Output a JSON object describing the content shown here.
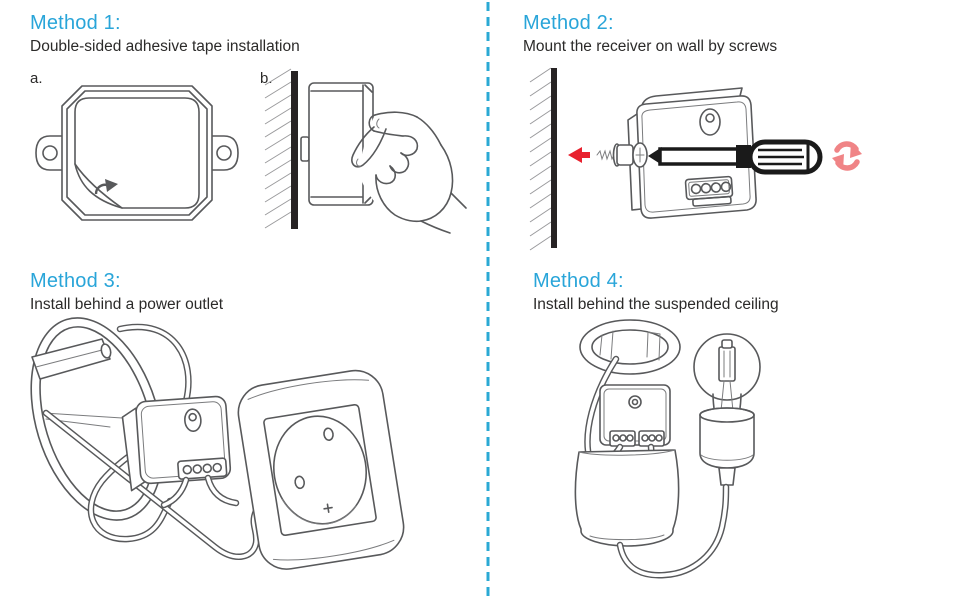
{
  "document": {
    "kind": "receiver-installation-instructions"
  },
  "colors": {
    "accent_blue": "#29A5D9",
    "divider_blue": "#2AA9D4",
    "text_dark": "#2B2A29",
    "line_gray": "#58595B",
    "wall_black": "#272324",
    "arrow_red": "#E8212E",
    "rotate_salmon": "#F08486"
  },
  "icons": {
    "peel_arrow": "curved-peel-arrow",
    "left_arrow": "red-left-arrow",
    "rotate_arrows": "clockwise-rotation-arrows"
  },
  "sections": [
    {
      "title": "Method 1:",
      "subtitle": "Double-sided adhesive tape installation",
      "figure_labels": [
        "a.",
        "b."
      ]
    },
    {
      "title": "Method 2:",
      "subtitle": "Mount the receiver on wall by screws",
      "figure_labels": []
    },
    {
      "title": "Method 3:",
      "subtitle": "Install behind a power outlet",
      "figure_labels": []
    },
    {
      "title": "Method 4:",
      "subtitle": "Install behind the suspended ceiling",
      "figure_labels": []
    }
  ]
}
